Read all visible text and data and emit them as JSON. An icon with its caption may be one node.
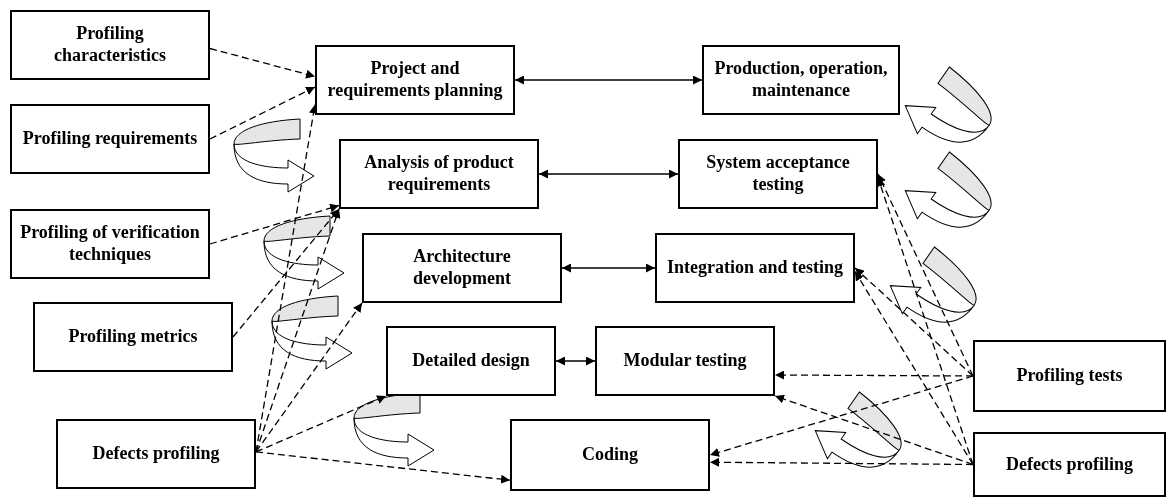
{
  "diagram": {
    "nodes": [
      {
        "text": [
          "Profiling characteristics"
        ]
      },
      {
        "text": [
          "Project and requirements planning"
        ]
      },
      {
        "text": [
          "Production, operation, maintenance"
        ]
      },
      {
        "text": [
          "Profiling requirements"
        ]
      },
      {
        "text": [
          "Analysis of product requirements"
        ]
      },
      {
        "text": [
          "System acceptance testing"
        ]
      },
      {
        "text": [
          "Profiling of verification techniques"
        ]
      },
      {
        "text": [
          "Architecture development"
        ]
      },
      {
        "text": [
          "Integration and testing"
        ]
      },
      {
        "text": [
          "Profiling metrics"
        ]
      },
      {
        "text": [
          "Detailed design"
        ]
      },
      {
        "text": [
          "Modular testing"
        ]
      },
      {
        "text": [
          "Profiling tests"
        ]
      },
      {
        "text": [
          "Defects profiling"
        ]
      },
      {
        "text": [
          "Coding"
        ]
      },
      {
        "text": [
          "Defects profiling"
        ]
      }
    ],
    "edges": [
      {
        "from": 1,
        "to": 2,
        "arrow": "both"
      },
      {
        "from": 4,
        "to": 5,
        "arrow": "both"
      },
      {
        "from": 7,
        "to": 8,
        "arrow": "both"
      },
      {
        "from": 10,
        "to": 11,
        "arrow": "both"
      },
      {
        "from": 0,
        "to": 1,
        "arrow": "to",
        "style": "dashed"
      },
      {
        "from": 3,
        "to": 1,
        "arrow": "to",
        "style": "dashed"
      },
      {
        "from": 6,
        "to": 4,
        "arrow": "to",
        "style": "dashed"
      },
      {
        "from": 9,
        "to": 4,
        "arrow": "to",
        "style": "dashed"
      },
      {
        "from": 13,
        "to": 1,
        "arrow": "to",
        "style": "dashed"
      },
      {
        "from": 13,
        "to": 4,
        "arrow": "to",
        "style": "dashed"
      },
      {
        "from": 13,
        "to": 7,
        "arrow": "to",
        "style": "dashed"
      },
      {
        "from": 13,
        "to": 10,
        "arrow": "to",
        "style": "dashed"
      },
      {
        "from": 13,
        "to": 14,
        "arrow": "to",
        "style": "dashed"
      },
      {
        "from": 12,
        "to": 5,
        "arrow": "to",
        "style": "dashed"
      },
      {
        "from": 12,
        "to": 8,
        "arrow": "to",
        "style": "dashed"
      },
      {
        "from": 12,
        "to": 11,
        "arrow": "to",
        "style": "dashed"
      },
      {
        "from": 12,
        "to": 14,
        "arrow": "to",
        "style": "dashed"
      },
      {
        "from": 15,
        "to": 5,
        "arrow": "to",
        "style": "dashed"
      },
      {
        "from": 15,
        "to": 8,
        "arrow": "to",
        "style": "dashed"
      },
      {
        "from": 15,
        "to": 11,
        "arrow": "to",
        "style": "dashed"
      },
      {
        "from": 15,
        "to": 14,
        "arrow": "to",
        "style": "dashed"
      }
    ]
  }
}
